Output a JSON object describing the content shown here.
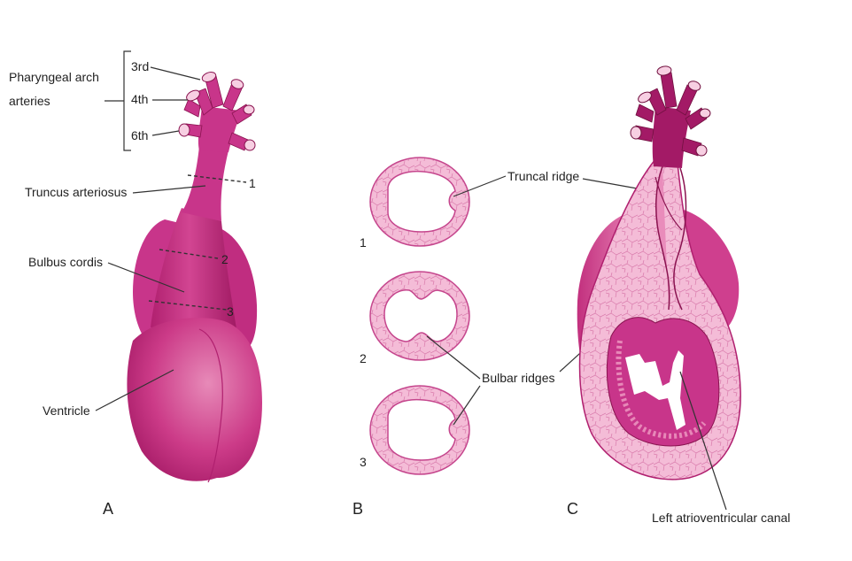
{
  "panels": [
    "A",
    "B",
    "C"
  ],
  "panel_a": {
    "group_label_line1": "Pharyngeal arch",
    "group_label_line2": "arteries",
    "arch_3": "3rd",
    "arch_4": "4th",
    "arch_6": "6th",
    "truncus": "Truncus arteriosus",
    "bulbus": "Bulbus cordis",
    "ventricle": "Ventricle",
    "cut_1": "1",
    "cut_2": "2",
    "cut_3": "3"
  },
  "panel_b": {
    "section_1": "1",
    "section_2": "2",
    "section_3": "3",
    "truncal_ridge": "Truncal ridge",
    "bulbar_ridges": "Bulbar ridges"
  },
  "panel_c": {
    "av_canal": "Left atrioventricular canal"
  },
  "colors": {
    "tissue_dark": "#b0206f",
    "tissue_mid": "#d24592",
    "tissue_light": "#e98cbb",
    "tissue_pale": "#f4bcd7"
  }
}
